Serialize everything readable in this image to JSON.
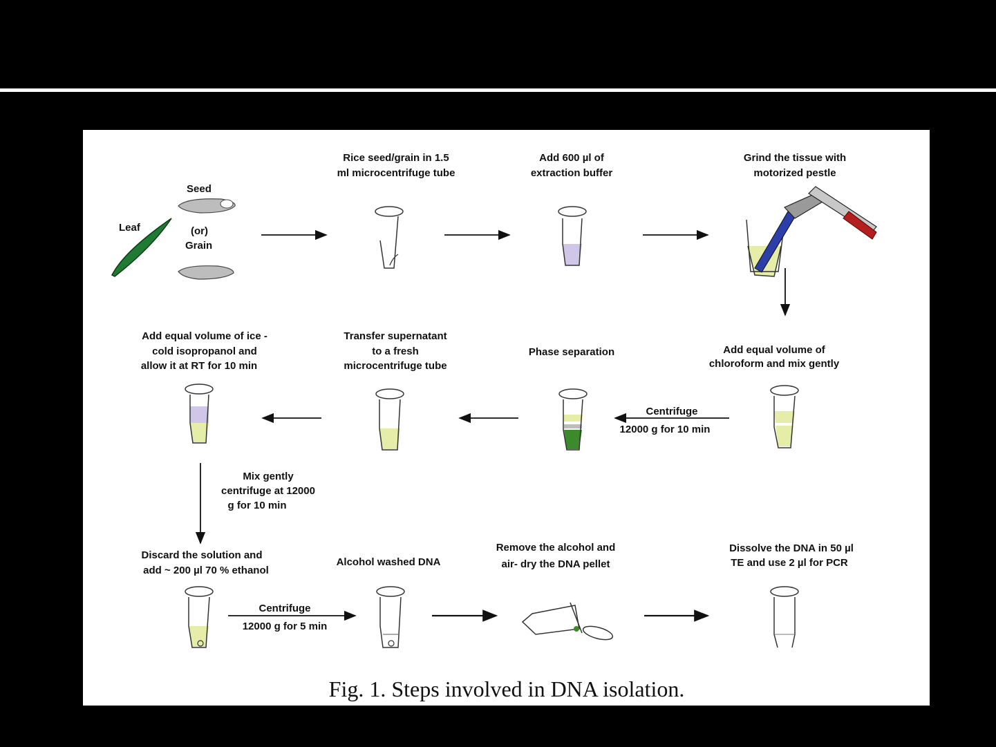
{
  "figure": {
    "caption": "Fig. 1. Steps involved in DNA isolation."
  },
  "row1": {
    "leaf": "Leaf",
    "seed": "Seed",
    "or": "(or)",
    "grain": "Grain",
    "step1": [
      "Rice seed/grain in 1.5",
      "ml microcentrifuge tube"
    ],
    "step2": [
      "Add 600 µl of",
      "extraction buffer"
    ],
    "step3": [
      "Grind the tissue with",
      "motorized pestle"
    ]
  },
  "row2": {
    "step4": [
      "Add equal volume of",
      "chloroform and mix gently"
    ],
    "centrifuge_label": [
      "Centrifuge",
      "12000 g for 10 min"
    ],
    "step5": "Phase separation",
    "step6": [
      "Transfer supernatant",
      "to a fresh",
      "microcentrifuge tube"
    ],
    "step7": [
      "Add equal volume of ice -",
      "cold isopropanol and",
      "allow it at RT for 10 min"
    ]
  },
  "mix_step": [
    "Mix gently",
    "centrifuge at 12000",
    "g  for 10 min"
  ],
  "row3": {
    "step8": [
      "Discard the solution and",
      "add ~ 200  µl 70 % ethanol"
    ],
    "centrifuge_label": [
      "Centrifuge",
      "12000 g for 5 min"
    ],
    "step9": "Alcohol washed DNA",
    "step10": [
      "Remove the alcohol and",
      "air- dry the DNA pellet"
    ],
    "step11": [
      "Dissolve the DNA in 50  µl",
      "TE and use 2  µl for PCR"
    ]
  },
  "colors": {
    "leaf": "#1f7a33",
    "buffer": "#cfc6e8",
    "lysate": "#e6eda8",
    "pellet_green": "#3d8a2c",
    "pestle_blue": "#2c3fa8",
    "handle_red": "#b31f1f"
  }
}
